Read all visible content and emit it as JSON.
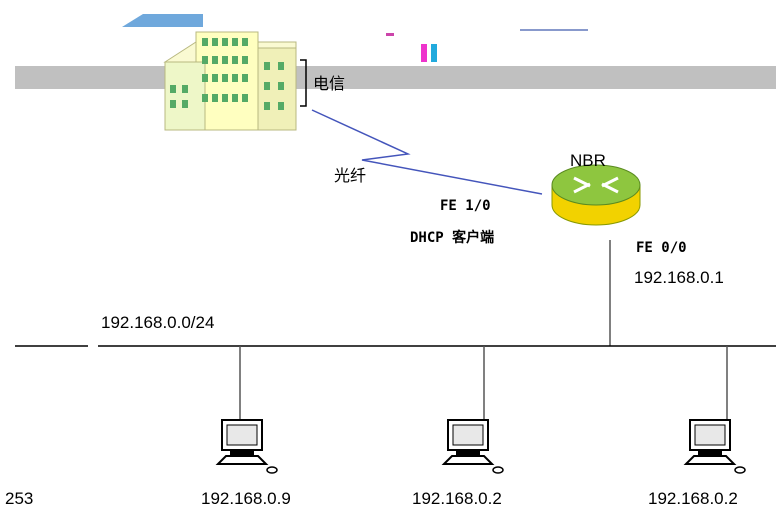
{
  "carrier": {
    "label": "电信"
  },
  "link": {
    "label": "光纤"
  },
  "router": {
    "name": "NBR",
    "wan_iface": "FE 1/0",
    "wan_mode": "DHCP 客户端",
    "lan_iface": "FE 0/0",
    "lan_ip": "192.168.0.1"
  },
  "lan": {
    "subnet": "192.168.0.0/24"
  },
  "hosts": [
    {
      "ip": "253"
    },
    {
      "ip": "192.168.0.9"
    },
    {
      "ip": "192.168.0.2"
    },
    {
      "ip": "192.168.0.2"
    }
  ],
  "colors": {
    "gray_bar": "#c0c0c0",
    "link_line": "#4455bb",
    "router_top": "#8ec63f",
    "router_body": "#f2d200",
    "building": "#ffffc0"
  }
}
